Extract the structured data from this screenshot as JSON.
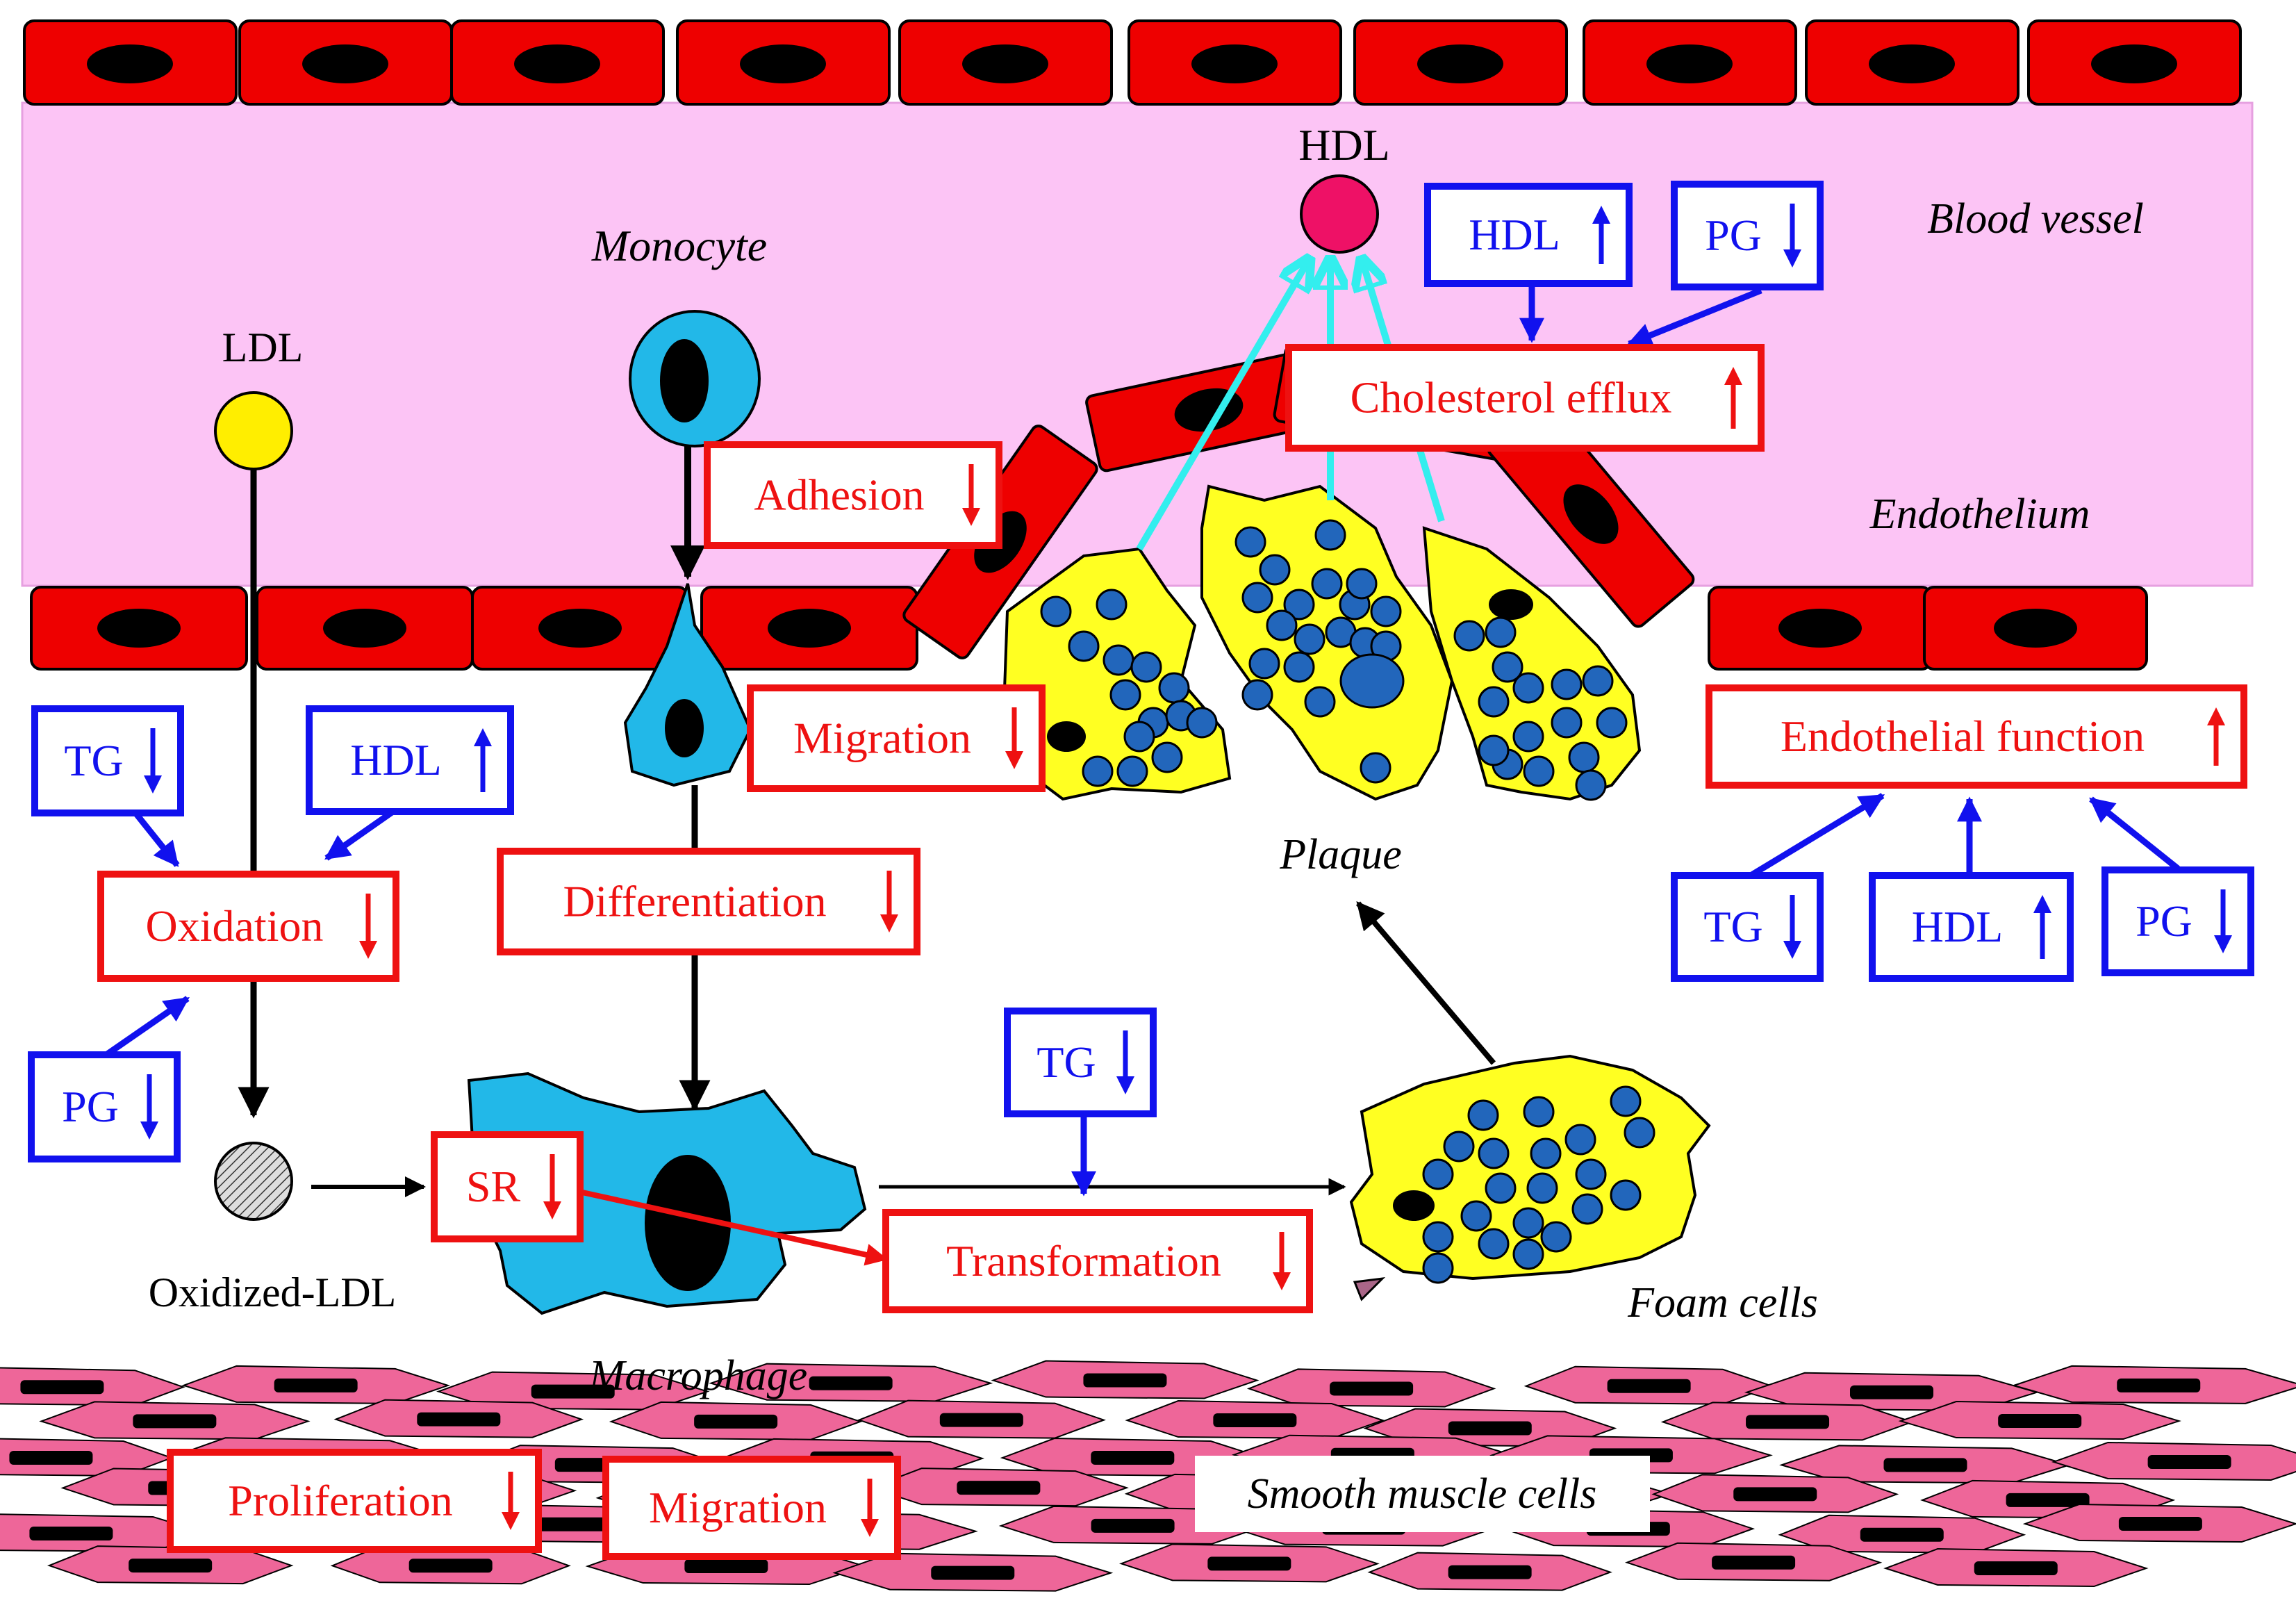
{
  "colors": {
    "vessel": "#fcc4f5",
    "endothelial_cell": "#ee0000",
    "nucleus": "#000000",
    "ldl": "#ffee00",
    "hdl": "#ee1166",
    "monocyte": "#22b8e8",
    "foam": "#ffff22",
    "lipid": "#2266bb",
    "blue_box": "#1111ee",
    "red_box": "#ee1111",
    "cyan_arrow": "#33eeee",
    "smc": "#ee6699"
  },
  "labels": {
    "hdl": "HDL",
    "monocyte": "Monocyte",
    "blood_vessel": "Blood vessel",
    "ldl": "LDL",
    "endothelium": "Endothelium",
    "plaque": "Plaque",
    "oxidized_ldl": "Oxidized-LDL",
    "foam_cells": "Foam cells",
    "macrophage": "Macrophage",
    "smooth_muscle_cells": "Smooth muscle cells"
  },
  "boxes": {
    "hdl_top": {
      "text": "HDL",
      "dir": "up"
    },
    "pg_top": {
      "text": "PG",
      "dir": "down"
    },
    "cholesterol_efflux": {
      "text": "Cholesterol efflux",
      "dir": "up"
    },
    "adhesion": {
      "text": "Adhesion",
      "dir": "down"
    },
    "migration_mono": {
      "text": "Migration",
      "dir": "down"
    },
    "endothelial_function": {
      "text": "Endothelial function",
      "dir": "up"
    },
    "tg_left": {
      "text": "TG",
      "dir": "down"
    },
    "hdl_left": {
      "text": "HDL",
      "dir": "up"
    },
    "oxidation": {
      "text": "Oxidation",
      "dir": "down"
    },
    "pg_left": {
      "text": "PG",
      "dir": "down"
    },
    "differentiation": {
      "text": "Differentiation",
      "dir": "down"
    },
    "tg_right": {
      "text": "TG",
      "dir": "down"
    },
    "hdl_right": {
      "text": "HDL",
      "dir": "up"
    },
    "pg_right": {
      "text": "PG",
      "dir": "down"
    },
    "tg_mid": {
      "text": "TG",
      "dir": "down"
    },
    "sr": {
      "text": "SR",
      "dir": "down"
    },
    "transformation": {
      "text": "Transformation",
      "dir": "down"
    },
    "proliferation": {
      "text": "Proliferation",
      "dir": "down"
    },
    "migration_smc": {
      "text": "Migration",
      "dir": "down"
    }
  }
}
